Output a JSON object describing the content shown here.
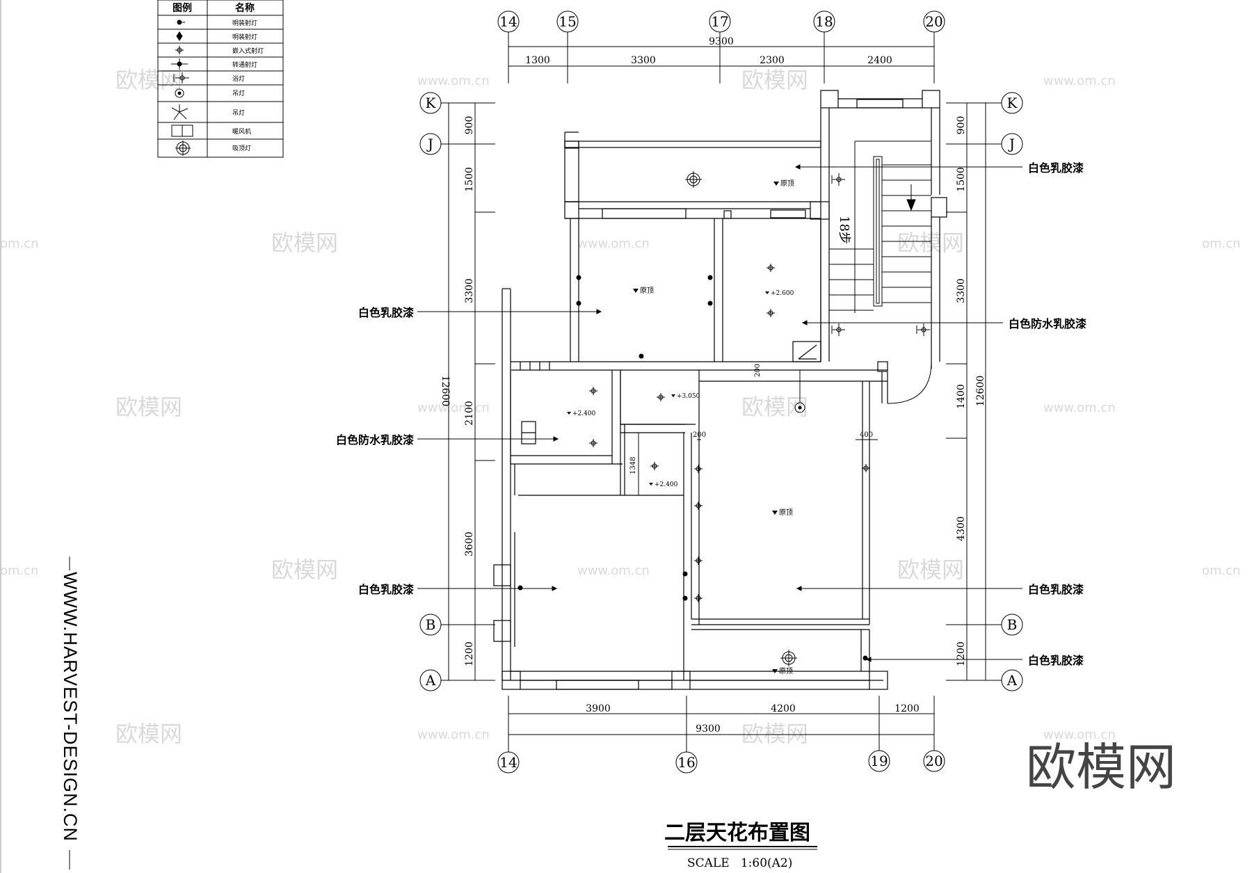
{
  "legend": {
    "header": [
      "图例",
      "名称"
    ],
    "rows": [
      {
        "icon": "surface-light-icon",
        "name": "明装射灯"
      },
      {
        "icon": "surface-spot-icon",
        "name": "明装射灯"
      },
      {
        "icon": "recessed-spot-icon",
        "name": "嵌入式射灯"
      },
      {
        "icon": "rail-spot-icon",
        "name": "转通射灯"
      },
      {
        "icon": "exhaust-fan-icon",
        "name": "浴灯"
      },
      {
        "icon": "pendant-light-icon",
        "name": "吊灯"
      },
      {
        "icon": "chandelier-icon",
        "name": "吊灯"
      },
      {
        "icon": "ventilator-icon",
        "name": "暖风机"
      },
      {
        "icon": "ceiling-light-icon",
        "name": "吸顶灯"
      }
    ]
  },
  "grid_top": [
    "14",
    "15",
    "17",
    "18",
    "20"
  ],
  "grid_bottom": [
    "14",
    "16",
    "19",
    "20"
  ],
  "grid_left": [
    "K",
    "J",
    "B",
    "A"
  ],
  "grid_right": [
    "K",
    "J",
    "B",
    "A"
  ],
  "dims": {
    "top_total": "9300",
    "top_segments": [
      "1300",
      "3300",
      "2300",
      "2400"
    ],
    "bottom_segments": [
      "3900",
      "4200",
      "1200"
    ],
    "bottom_total": "9300",
    "left_segments": [
      "900",
      "1500",
      "3300",
      "2100",
      "3600",
      "1200"
    ],
    "left_total": "12600",
    "right_segments": [
      "900",
      "1500",
      "3300",
      "1400",
      "4300",
      "1200"
    ],
    "right_total": "12600",
    "inner": [
      "200",
      "200",
      "400",
      "1348"
    ]
  },
  "callouts": {
    "left": [
      "白色乳胶漆",
      "白色防水乳胶漆",
      "白色乳胶漆"
    ],
    "right": [
      "白色乳胶漆",
      "白色防水乳胶漆",
      "白色乳胶漆",
      "白色乳胶漆"
    ]
  },
  "room_labels": {
    "orig": "原顶",
    "h2400": "+2.400",
    "h3050": "+3.050",
    "h2600": "+2.600"
  },
  "stair_label": "18步",
  "side_text": "WWW.HARVEST-DESIGN.CN",
  "drawing_title": "二层天花布置图",
  "scale": "SCALE   1:60(A2)",
  "watermarks": {
    "brand": "欧模网",
    "url": "www.om.cn",
    "url_partial": "om.cn",
    "logo": "欧模网"
  }
}
